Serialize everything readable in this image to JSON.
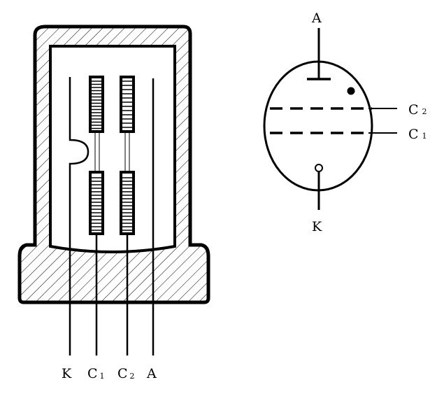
{
  "tube_section": {
    "pins": [
      {
        "letter": "K",
        "subscript": ""
      },
      {
        "letter": "C",
        "subscript": "1"
      },
      {
        "letter": "C",
        "subscript": "2"
      },
      {
        "letter": "A",
        "subscript": ""
      }
    ]
  },
  "tube_symbol": {
    "anode": {
      "letter": "A"
    },
    "cathode": {
      "letter": "K"
    },
    "grid_2": {
      "letter": "C",
      "subscript": "2"
    },
    "grid_1": {
      "letter": "C",
      "subscript": "1"
    }
  }
}
